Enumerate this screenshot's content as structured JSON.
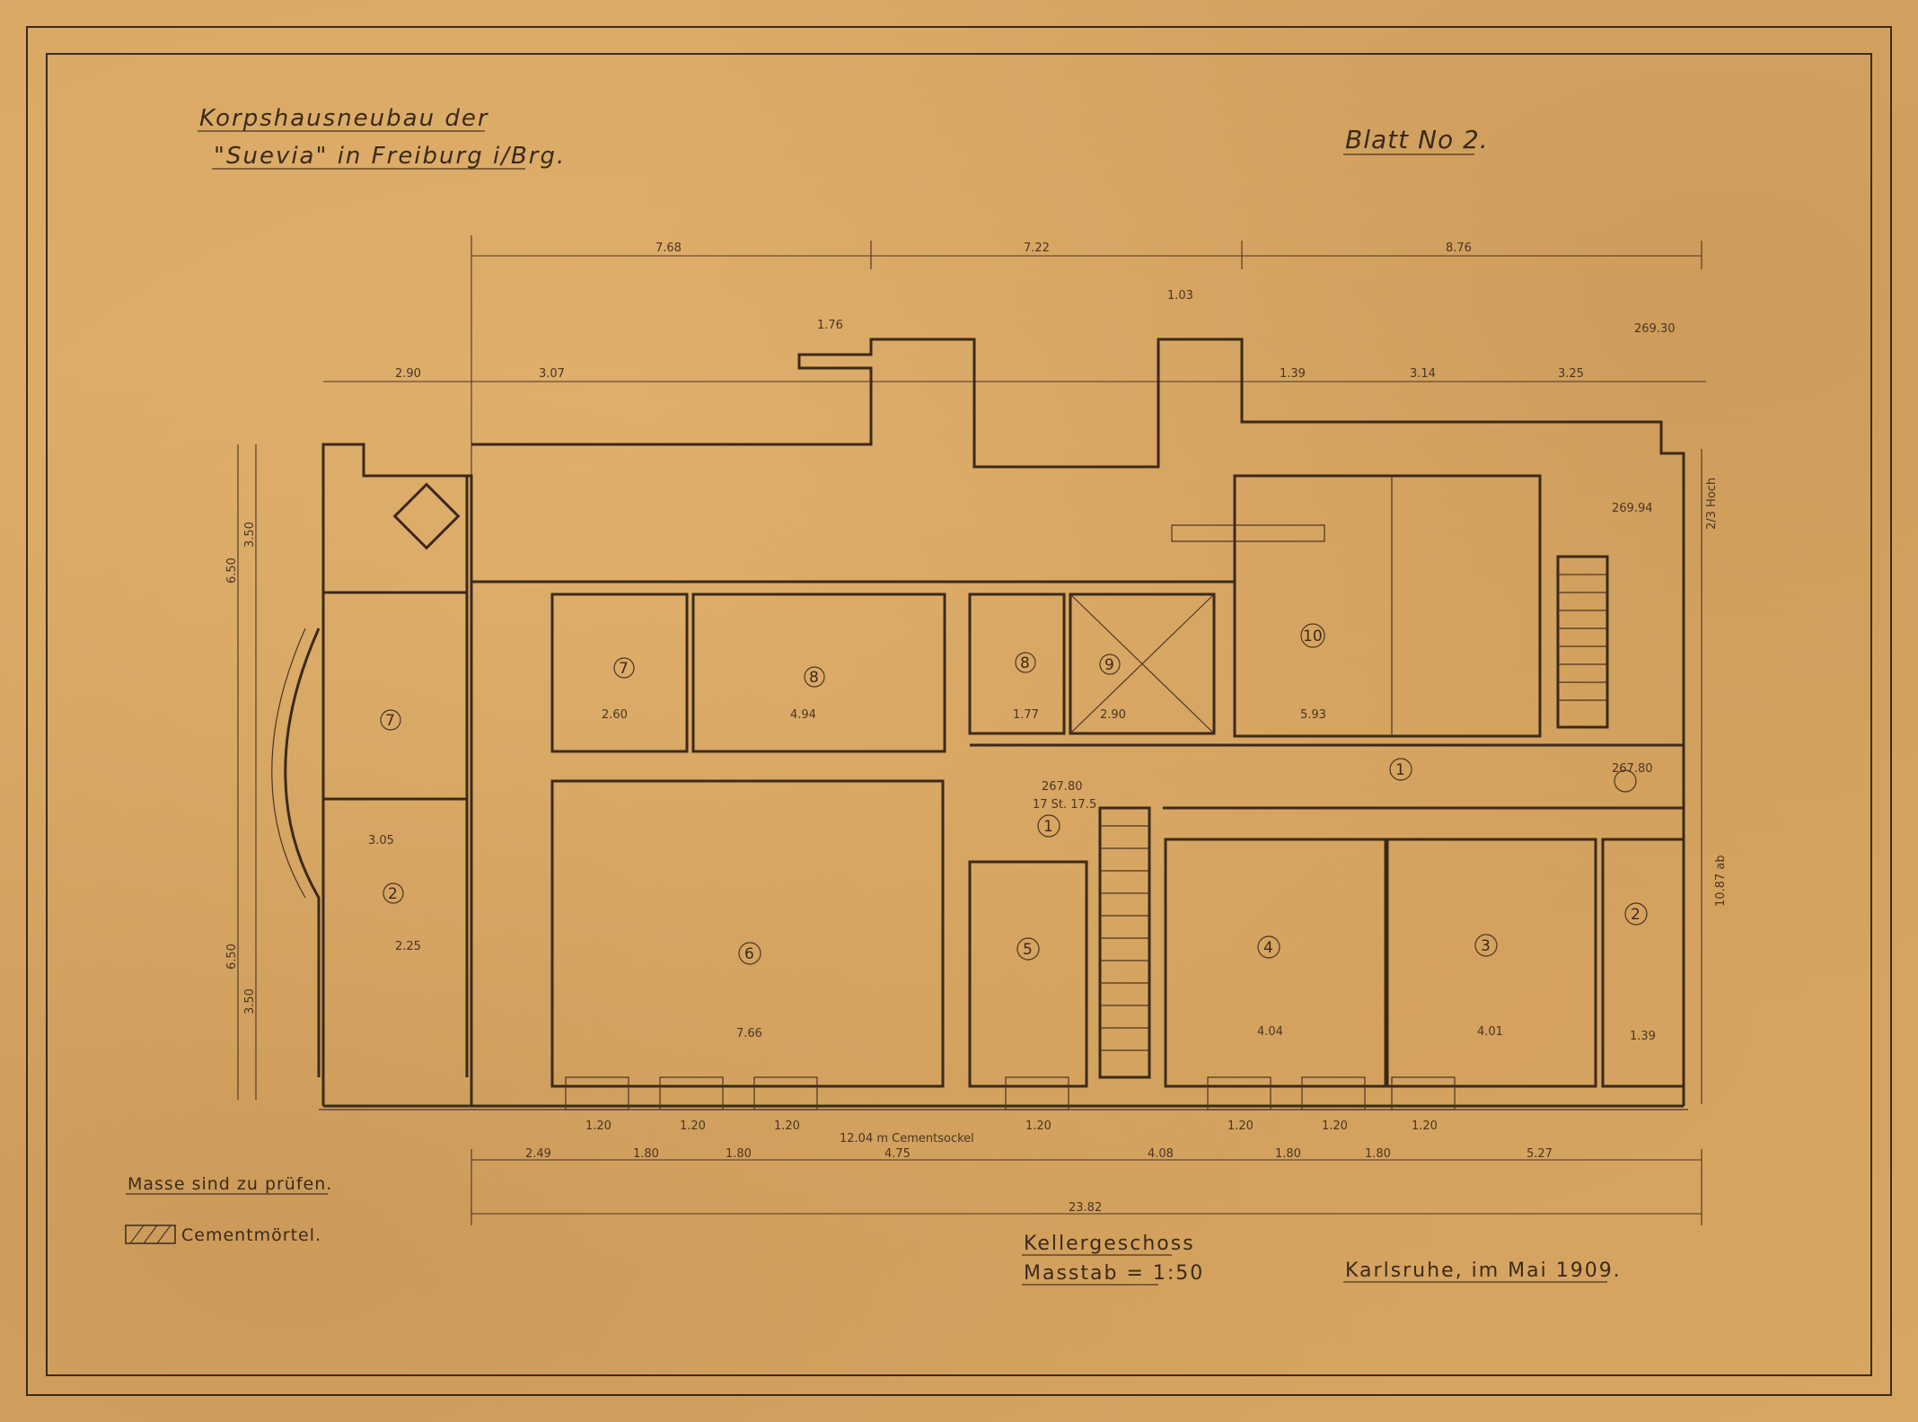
{
  "title": {
    "line1": "Korpshausneubau der",
    "line2": "\"Suevia\" in Freiburg i/Brg."
  },
  "sheet_number": "Blatt No 2.",
  "notes": {
    "check": "Masse sind zu prüfen.",
    "legend": "Cementmörtel."
  },
  "floor": {
    "name": "Kellergeschoss",
    "scale": "Masstab = 1:50"
  },
  "place_date": "Karlsruhe, im Mai 1909.",
  "rooms": [
    "1",
    "2",
    "3",
    "4",
    "5",
    "6",
    "7",
    "7",
    "8",
    "8",
    "9",
    "10",
    "1",
    "2"
  ],
  "dimensions": {
    "top_overall": [
      "7.68",
      "7.22",
      "8.76"
    ],
    "top_segments": [
      "2.90",
      "3.07",
      "1.76",
      "1.03",
      "1.39",
      "3.14",
      "3.25"
    ],
    "bottom_segments": [
      "2.49",
      "1.80",
      "1.80",
      "4.75",
      "4.08",
      "1.80",
      "1.80",
      "5.27"
    ],
    "bottom_total": "23.82",
    "room_widths": [
      "2.60",
      "4.94",
      "1.77",
      "2.90",
      "5.93",
      "7.66",
      "4.04",
      "4.01",
      "1.39",
      "2.25",
      "3.05"
    ],
    "left_heights": [
      "6.50",
      "3.50",
      "6.50",
      "3.50"
    ],
    "right_heights": [
      "2/3 Hoch",
      "10.87 ab"
    ],
    "opening": "1.20",
    "stairs_note": "17 St. 17.5",
    "levels": [
      "267.80",
      "269.30",
      "269.94",
      "267.80"
    ],
    "cement_note": "12.04 m Cementsockel"
  }
}
